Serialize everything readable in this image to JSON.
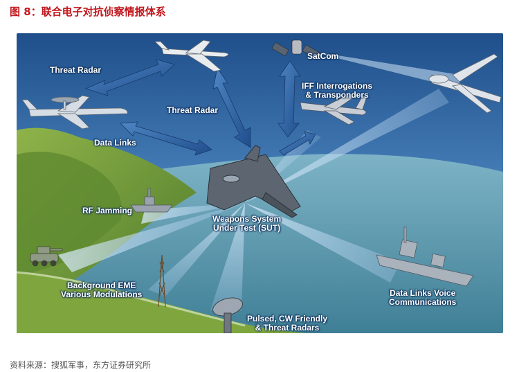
{
  "figure": {
    "title": "图 8：联合电子对抗侦察情报体系",
    "source": "资料来源：搜狐军事，东方证券研究所"
  },
  "diagram": {
    "labels": {
      "threat_radar_left": "Threat Radar",
      "threat_radar_center": "Threat Radar",
      "satcom": "SatCom",
      "iff": "IFF Interrogations\n& Transponders",
      "data_links": "Data Links",
      "rf_jamming": "RF Jamming",
      "sut": "Weapons System\nUnder Test (SUT)",
      "background_eme": "Background EME\nVarious Modulations",
      "pulsed_cw": "Pulsed, CW Friendly\n& Threat Radars",
      "data_links_voice": "Data Links Voice\nCommunications"
    }
  },
  "colors": {
    "title": "#c0171d",
    "sky": "#3a6fa8",
    "sea": "#4e8fa3",
    "land": "#6e9a3a",
    "arrow": "#2f63a6",
    "beam": "#b9d4ef"
  }
}
